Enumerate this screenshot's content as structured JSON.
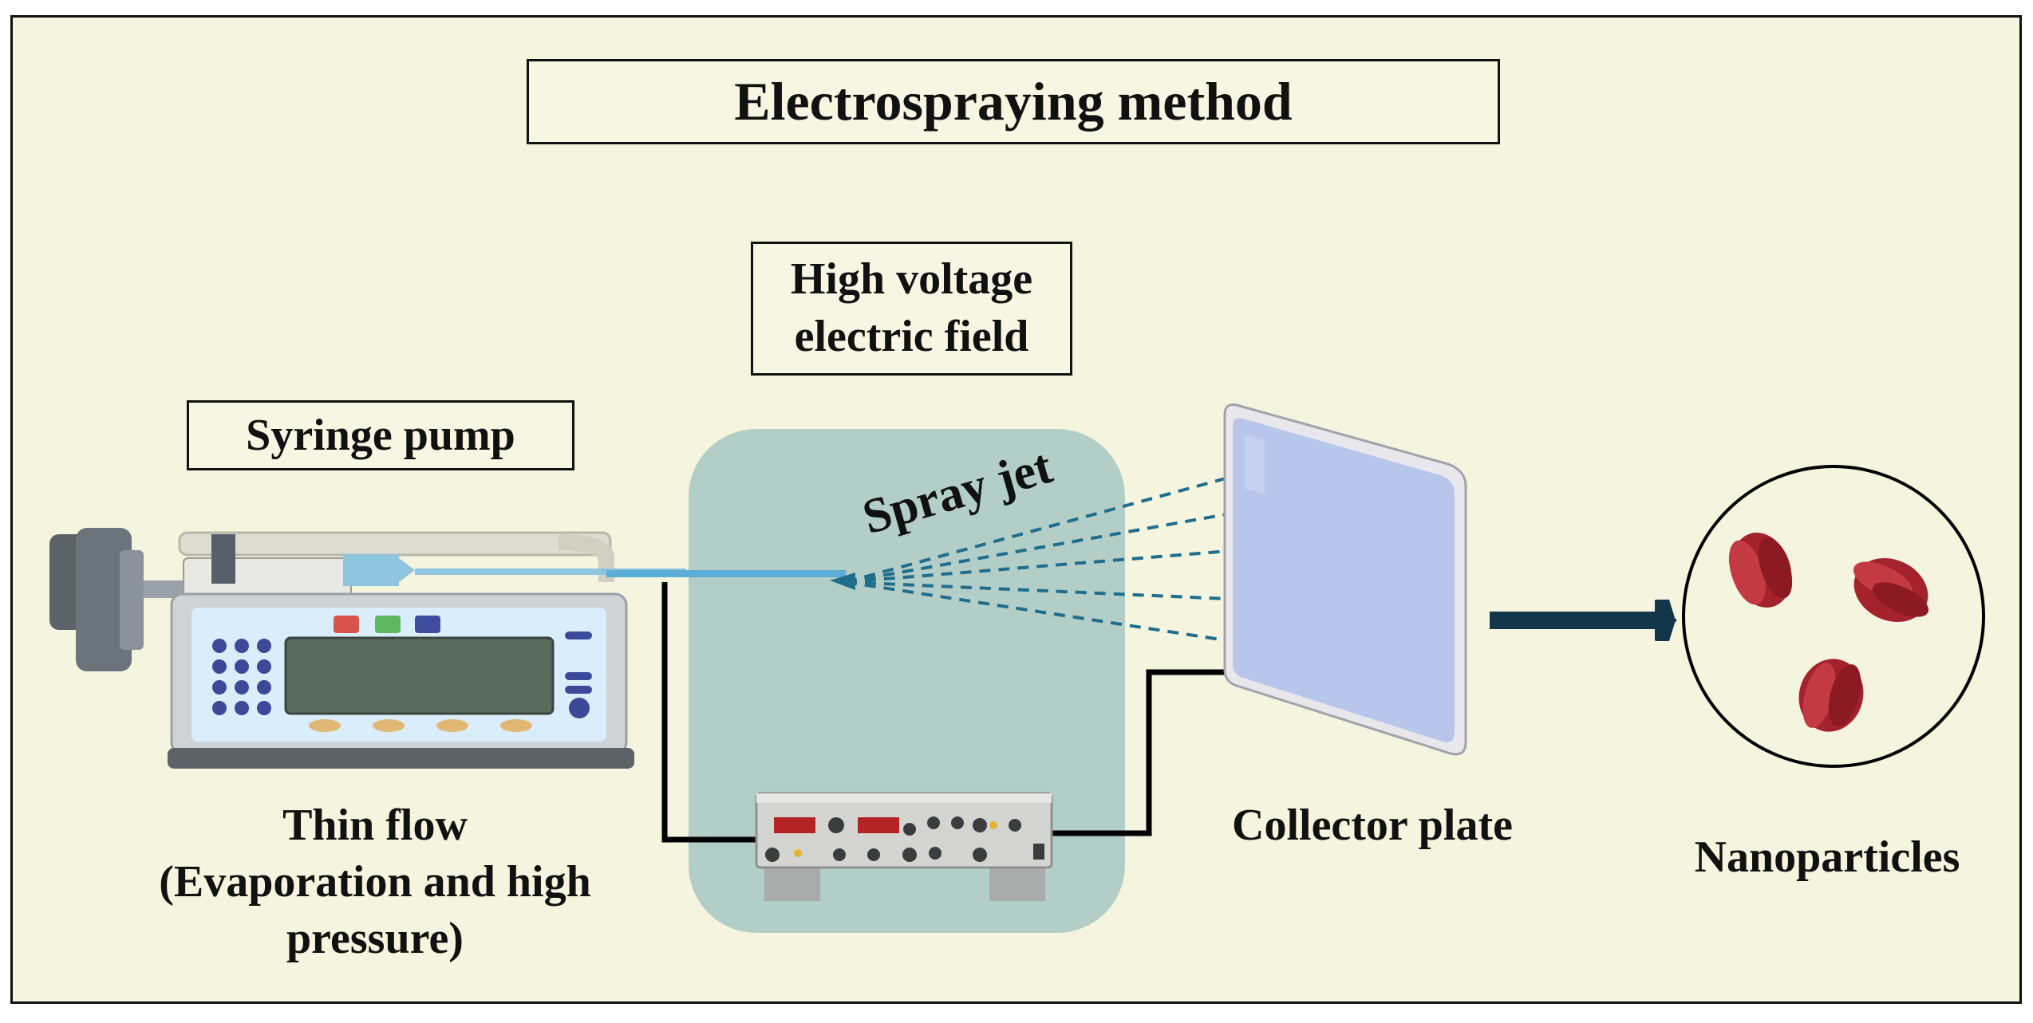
{
  "title": "Electrospraying method",
  "labels": {
    "syringe_pump": "Syringe pump",
    "high_voltage_line1": "High voltage",
    "high_voltage_line2": "electric field",
    "spray_jet": "Spray jet",
    "thin_flow_line1": "Thin flow",
    "thin_flow_line2": "(Evaporation and high",
    "thin_flow_line3": "pressure)",
    "collector_plate": "Collector plate",
    "nanoparticles": "Nanoparticles"
  },
  "colors": {
    "background": "#f5f4de",
    "field_region": "#b3cec7",
    "spray_lines": "#1f6e8e",
    "collector_plate": "#b9c6ec",
    "arrow": "#12364a",
    "particles": "#a3222b"
  },
  "icons": [
    "syringe-pump-icon",
    "power-supply-icon",
    "collector-plate-icon",
    "nanoparticle-icon"
  ]
}
